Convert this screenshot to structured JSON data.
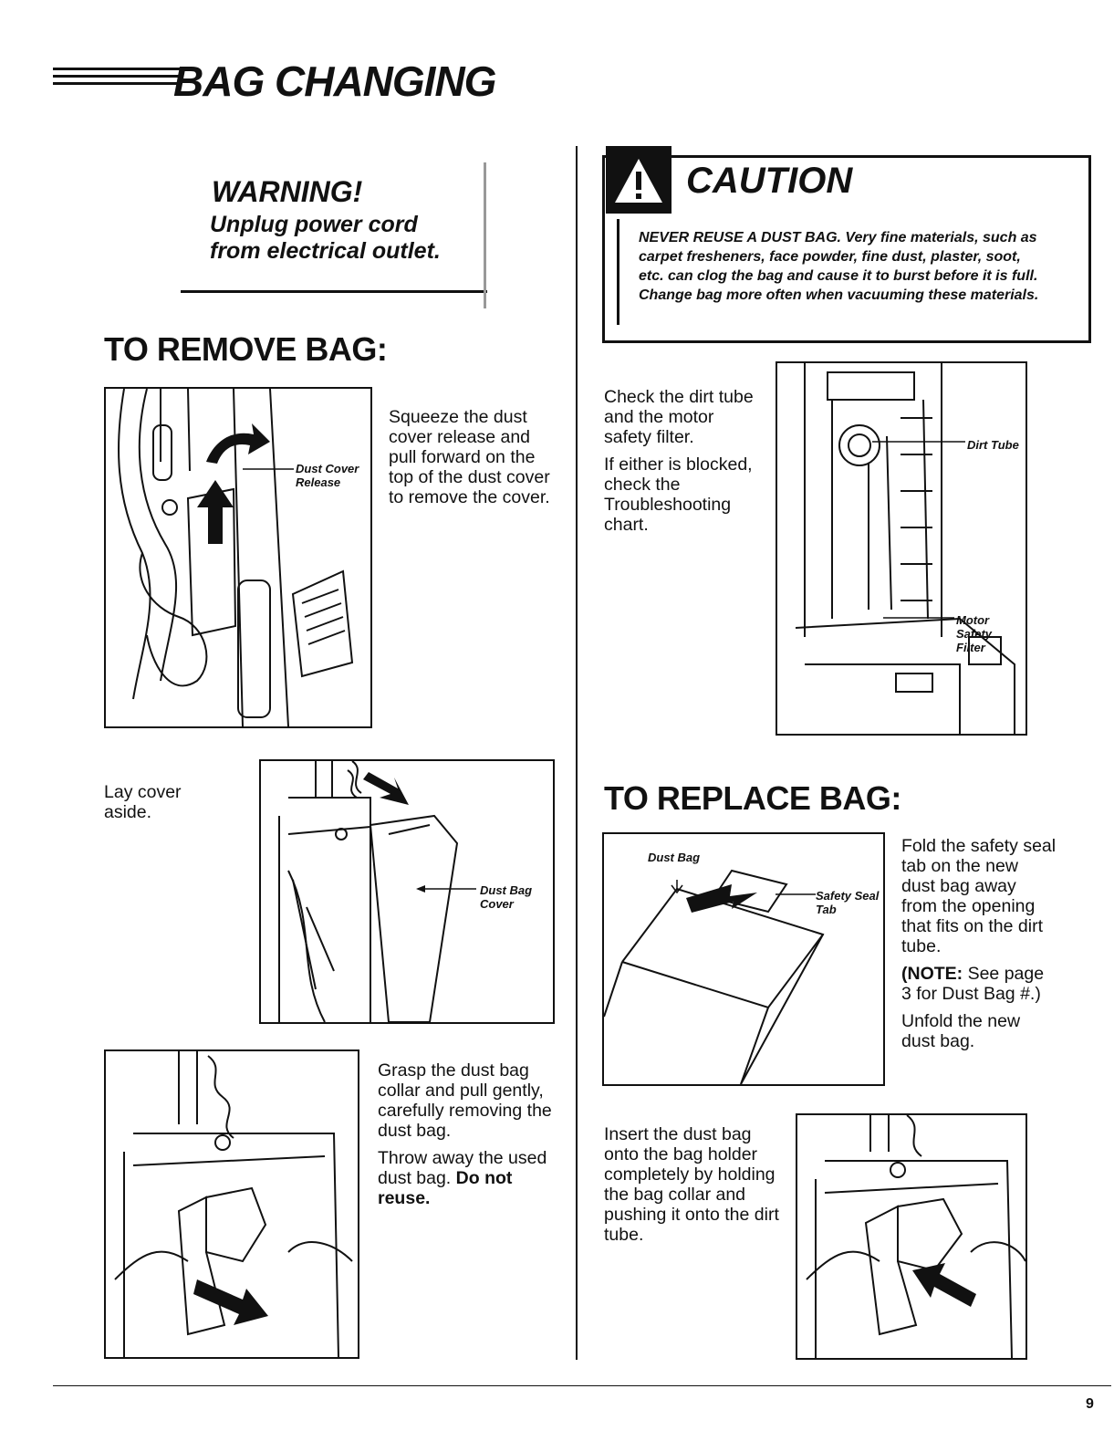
{
  "header": {
    "title": "BAG CHANGING",
    "page_number": "9"
  },
  "warning": {
    "title": "WARNING!",
    "text": "Unplug power cord from electrical outlet."
  },
  "remove": {
    "heading": "TO REMOVE BAG:",
    "step1": "Squeeze the dust cover release and pull forward on the top of the dust cover to remove the cover.",
    "callout_release": "Dust Cover Release",
    "step2": "Lay cover aside.",
    "callout_cover": "Dust Bag Cover",
    "step3a": "Grasp the dust bag collar and pull gently, carefully removing the dust bag.",
    "step3b": "Throw away the used dust bag.",
    "step3b_bold": "Do not reuse."
  },
  "caution": {
    "title": "CAUTION",
    "text": "NEVER REUSE A DUST BAG. Very fine materials, such as carpet fresheners, face powder, fine dust, plaster, soot, etc. can clog the bag and cause it to burst before it is full. Change bag more often when vacuuming these materials."
  },
  "check": {
    "p1": "Check the dirt tube and the motor safety filter.",
    "p2": "If either is blocked, check the Troubleshooting chart.",
    "callout_tube": "Dirt Tube",
    "callout_filter": "Motor Safety Filter"
  },
  "replace": {
    "heading": "TO REPLACE BAG:",
    "callout_bag": "Dust Bag",
    "callout_tab": "Safety Seal Tab",
    "p1": "Fold the safety seal tab on the new dust bag away from the opening that fits on the dirt tube.",
    "note_label": "(NOTE:",
    "note_text": "See page 3 for Dust Bag #.)",
    "p2": "Unfold the new dust bag.",
    "p3": "Insert the dust bag onto the bag holder completely by holding the bag collar and pushing it onto the dirt tube."
  },
  "icons": {
    "caution": "warning-triangle-icon"
  }
}
